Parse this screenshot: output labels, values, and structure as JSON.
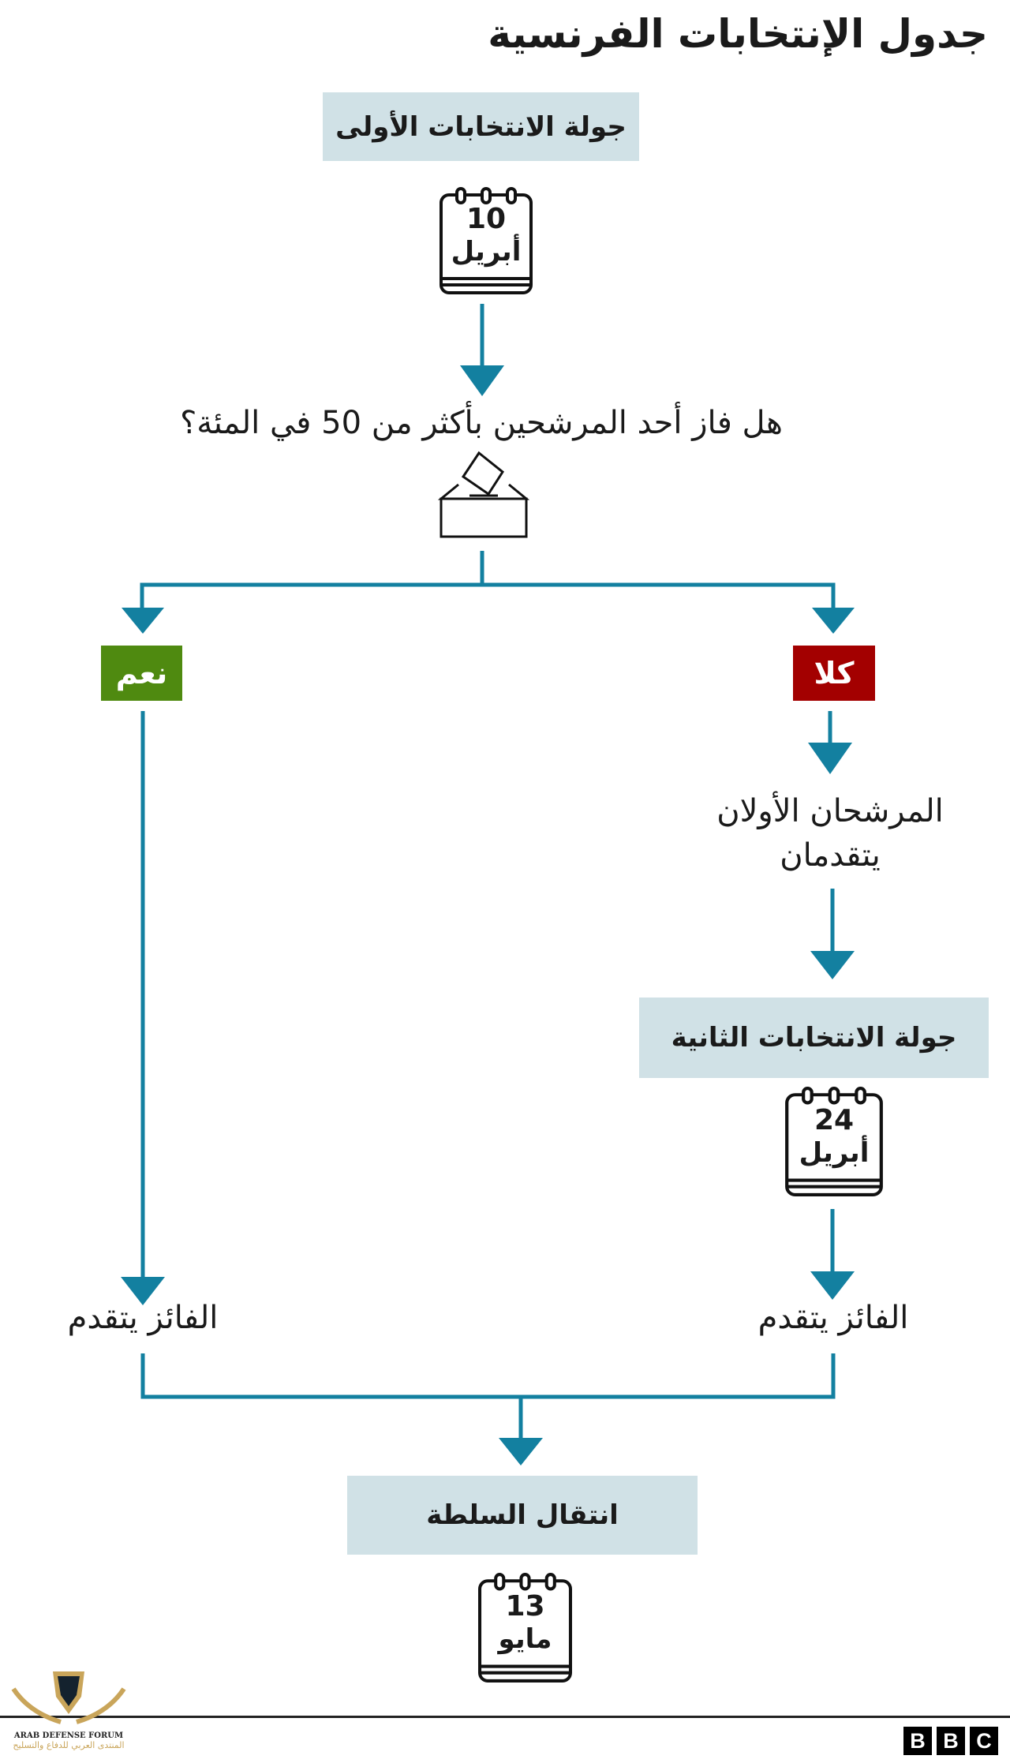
{
  "title": "جدول الإنتخابات الفرنسية",
  "first_round": {
    "label": "جولة الانتخابات الأولى",
    "day": "10",
    "month": "أبريل"
  },
  "question": "هل فاز أحد المرشحين بأكثر من 50 في المئة؟",
  "yes_label": "نعم",
  "no_label": "كلا",
  "top_two_advance": [
    "المرشحان الأولان",
    "يتقدمان"
  ],
  "second_round": {
    "label": "جولة الانتخابات الثانية",
    "day": "24",
    "month": "أبريل"
  },
  "winner_advances_left": "الفائز يتقدم",
  "winner_advances_right": "الفائز يتقدم",
  "handover": {
    "label": "انتقال السلطة",
    "day": "13",
    "month": "مايو"
  },
  "footer": {
    "brand": [
      "B",
      "B",
      "C"
    ],
    "watermark": "ARAB DEFENSE FORUM",
    "watermark_ar": "المنتدى العربي للدفاع والتسليح"
  },
  "colors": {
    "arrow": "#1380a0",
    "stage_bg": "#d0e1e6",
    "yes": "#4f8a10",
    "no": "#a30000"
  }
}
